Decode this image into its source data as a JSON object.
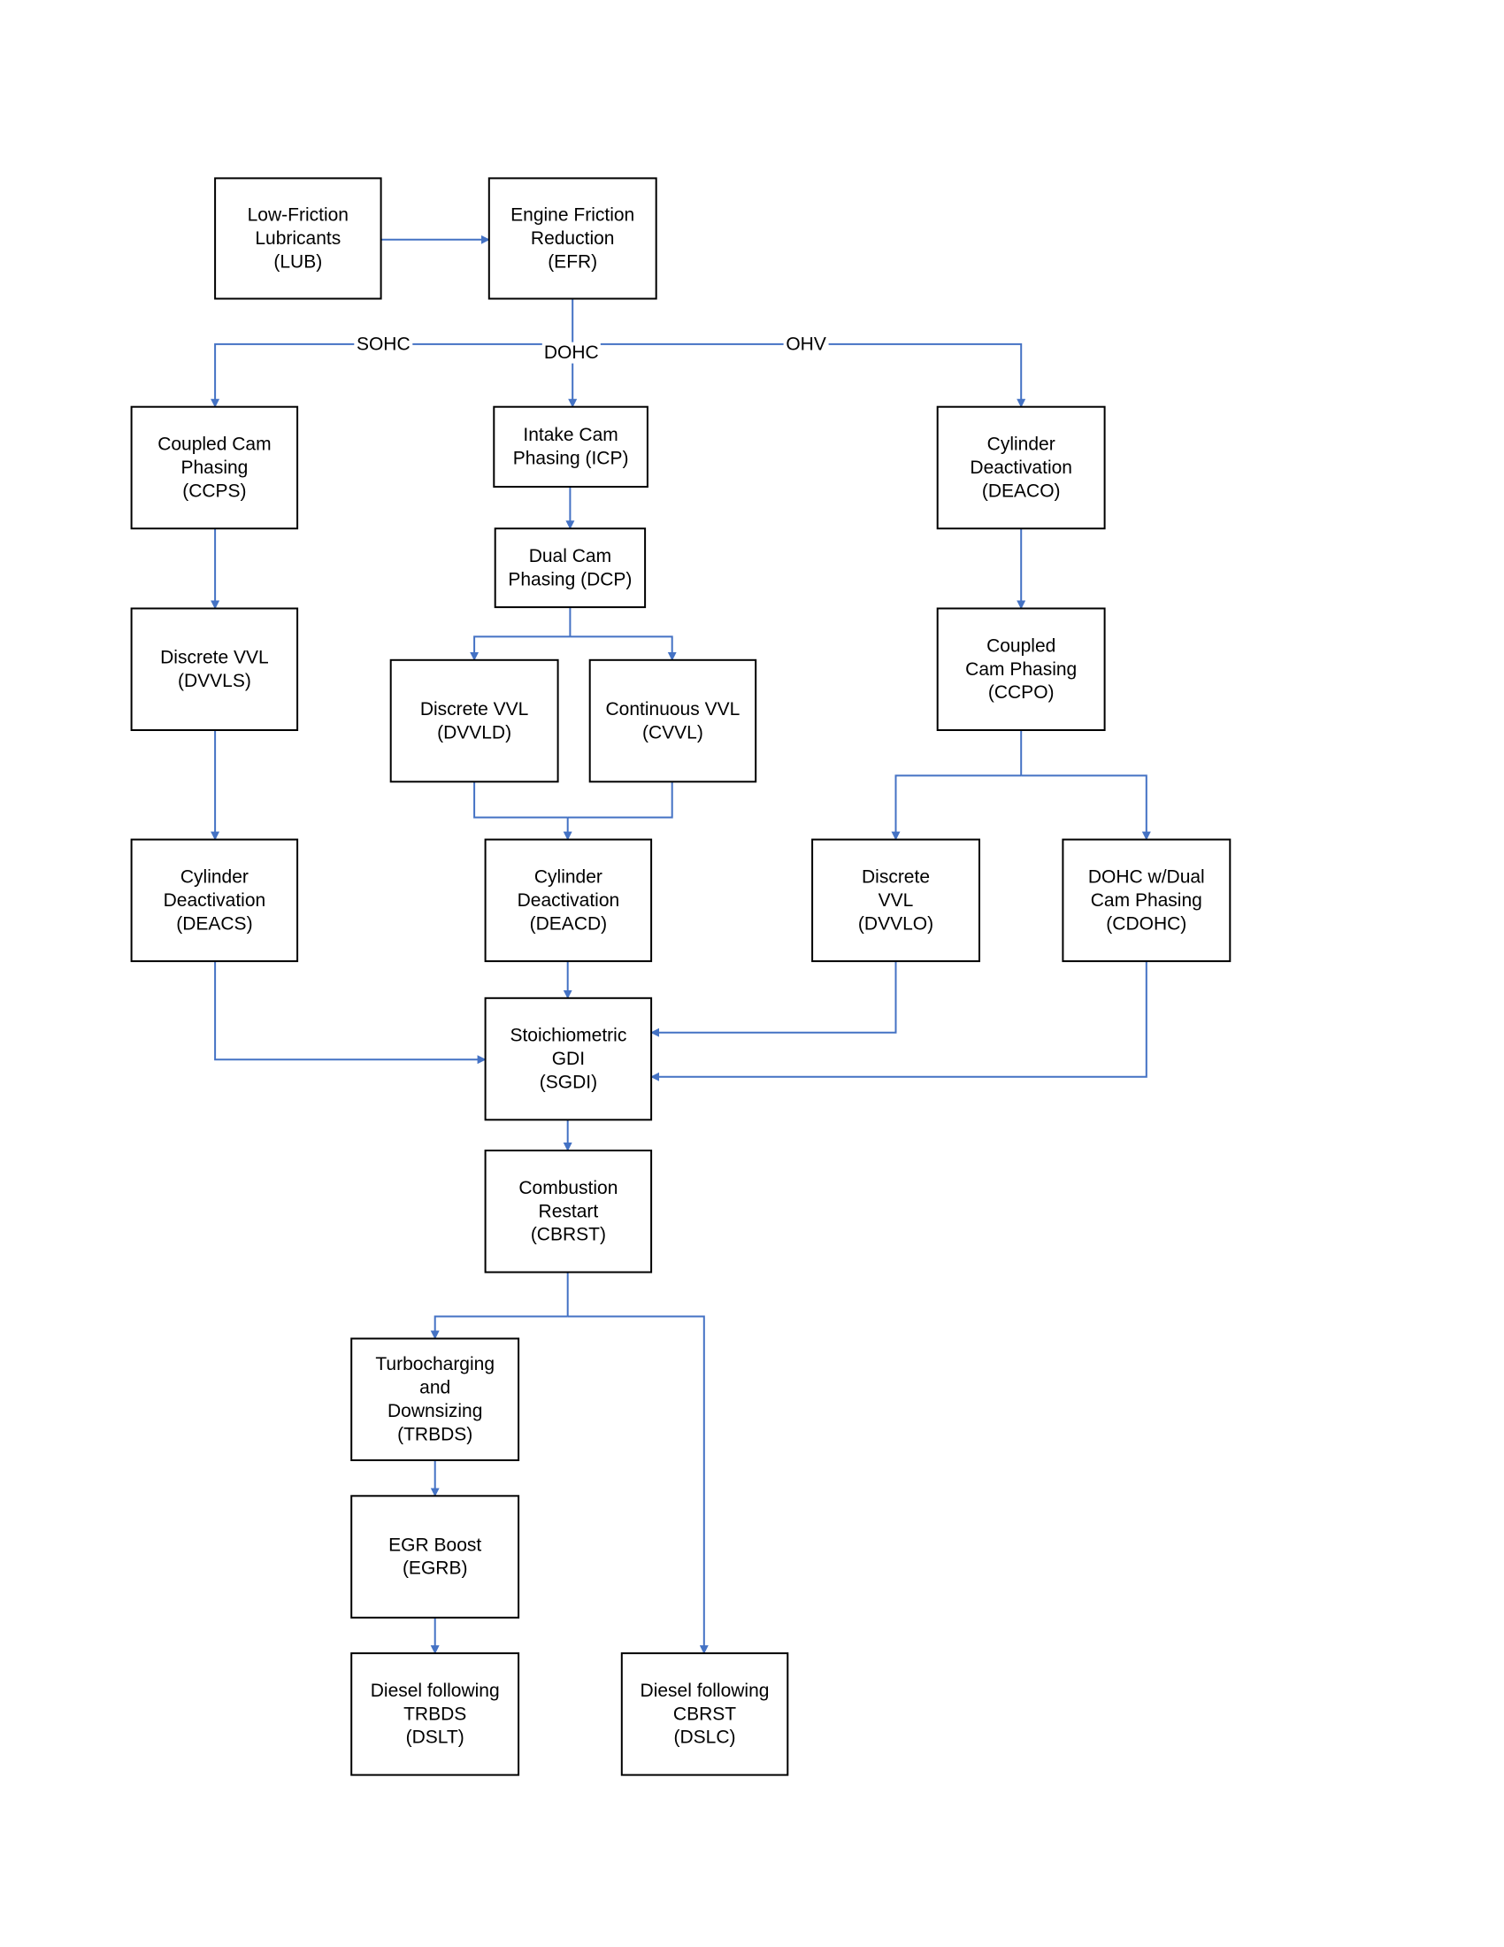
{
  "colors": {
    "connector": "#4472C4",
    "box_border": "#000000",
    "text": "#000000",
    "background": "#ffffff"
  },
  "nodes": {
    "lub": {
      "lines": [
        "Low-Friction",
        "Lubricants",
        "(LUB)"
      ]
    },
    "efr": {
      "lines": [
        "Engine Friction",
        "Reduction",
        "(EFR)"
      ]
    },
    "ccps": {
      "lines": [
        "Coupled Cam",
        "Phasing",
        "(CCPS)"
      ]
    },
    "icp": {
      "lines": [
        "Intake Cam",
        "Phasing (ICP)"
      ]
    },
    "deaco": {
      "lines": [
        "Cylinder",
        "Deactivation",
        "(DEACO)"
      ]
    },
    "dcp": {
      "lines": [
        "Dual Cam",
        "Phasing (DCP)"
      ]
    },
    "dvvls": {
      "lines": [
        "Discrete VVL",
        "(DVVLS)"
      ]
    },
    "dvvld": {
      "lines": [
        "Discrete VVL",
        "(DVVLD)"
      ]
    },
    "cvvl": {
      "lines": [
        "Continuous VVL",
        "(CVVL)"
      ]
    },
    "ccpo": {
      "lines": [
        "Coupled",
        "Cam Phasing",
        "(CCPO)"
      ]
    },
    "deacs": {
      "lines": [
        "Cylinder",
        "Deactivation",
        "(DEACS)"
      ]
    },
    "deacd": {
      "lines": [
        "Cylinder",
        "Deactivation",
        "(DEACD)"
      ]
    },
    "dvvlo": {
      "lines": [
        "Discrete",
        "VVL",
        "(DVVLO)"
      ]
    },
    "cdohc": {
      "lines": [
        "DOHC w/Dual",
        "Cam Phasing",
        "(CDOHC)"
      ]
    },
    "sgdi": {
      "lines": [
        "Stoichiometric",
        "GDI",
        "(SGDI)"
      ]
    },
    "cbrst": {
      "lines": [
        "Combustion",
        "Restart",
        "(CBRST)"
      ]
    },
    "trbds": {
      "lines": [
        "Turbocharging",
        "and",
        "Downsizing",
        "(TRBDS)"
      ]
    },
    "egrb": {
      "lines": [
        "EGR Boost",
        "(EGRB)"
      ]
    },
    "dslt": {
      "lines": [
        "Diesel following",
        "TRBDS",
        "(DSLT)"
      ]
    },
    "dslc": {
      "lines": [
        "Diesel following",
        "CBRST",
        "(DSLC)"
      ]
    }
  },
  "edge_labels": {
    "sohc": "SOHC",
    "dohc": "DOHC",
    "ohv": "OHV"
  }
}
